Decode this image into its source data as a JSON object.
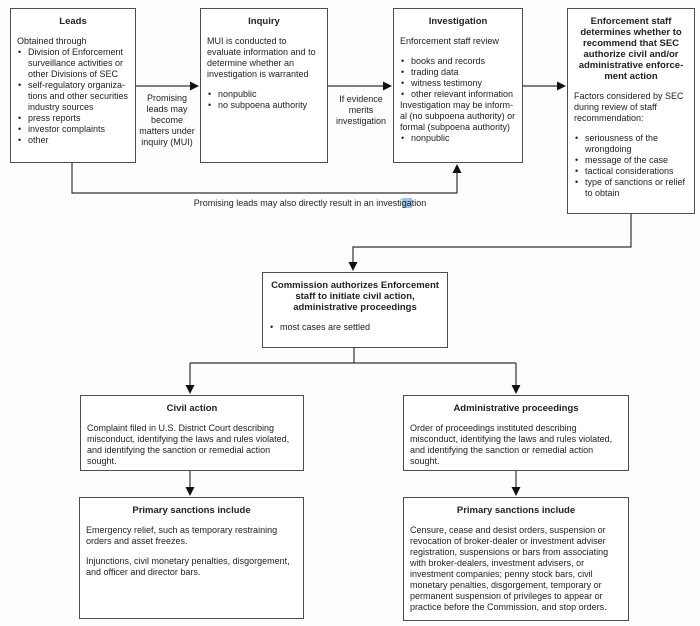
{
  "boxes": {
    "leads": {
      "title": "Leads",
      "intro": "Obtained through",
      "bullets": [
        "Division of Enforcement surveillance activities or other Divisions of SEC",
        "self-regulatory organiza-tions and other securities industry sources",
        "press reports",
        "investor complaints",
        "other"
      ]
    },
    "inquiry": {
      "title": "Inquiry",
      "body": "MUI is conducted to evaluate information and to determine whether an investigation is warranted",
      "bullets": [
        "nonpublic",
        "no subpoena authority"
      ]
    },
    "investigation": {
      "title": "Investigation",
      "intro": "Enforcement staff review",
      "bullets": [
        "books and records",
        "trading data",
        "witness testimony",
        "other relevant information"
      ],
      "body": "Investigation may be inform-al (no subpoena authority) or formal (subpoena authority)",
      "bullets2": [
        "nonpublic"
      ]
    },
    "enforcement": {
      "title": "Enforcement staff determines whether to recommend that SEC authorize civil and/or administrative enforce-ment action",
      "intro": "Factors considered by SEC during review of staff recommendation:",
      "bullets": [
        "seriousness of the wrongdoing",
        "message of the case",
        "tactical considerations",
        "type of sanctions or relief to obtain"
      ]
    },
    "commission": {
      "title": "Commission authorizes Enforcement staff to initiate civil action, administrative proceedings",
      "bullets": [
        "most cases are settled"
      ]
    },
    "civil_action": {
      "title": "Civil action",
      "body": "Complaint filed in U.S. District Court describing misconduct, identifying the laws and rules violated, and identifying the sanction or remedial action sought."
    },
    "admin_proceedings": {
      "title": "Administrative proceedings",
      "body": "Order of proceedings instituted describing misconduct, identifying the laws and rules violated, and identifying the sanction or remedial action sought."
    },
    "sanctions_civil": {
      "title": "Primary sanctions include",
      "paragraphs": [
        "Emergency relief, such as temporary restraining orders and asset freezes.",
        "Injunctions, civil monetary penalties, disgorgement, and officer and director bars."
      ]
    },
    "sanctions_admin": {
      "title": "Primary sanctions include",
      "body": "Censure, cease and desist orders, suspension or revocation of broker-dealer or investment adviser registration, suspensions or bars from associating with broker-dealers, investment advisers, or investment companies; penny stock bars, civil monetary penalties, disgorgement, temporary or permanent suspension of privileges to appear or practice before the Commission, and stop orders."
    }
  },
  "connector_labels": {
    "leads_to_inquiry": "Promising leads may become matters under inquiry (MUI)",
    "inquiry_to_investigation": "If evidence merits investigation",
    "leads_to_investigation_pre": "Promising leads may also directly result in an investi",
    "leads_to_investigation_highlight": "ga",
    "leads_to_investigation_post": "tion"
  },
  "colors": {
    "box_border": "#4d4d4d",
    "line": "#333333",
    "arrowhead": "#111111",
    "selection_highlight": "#9cc3e5",
    "text": "#222222"
  }
}
